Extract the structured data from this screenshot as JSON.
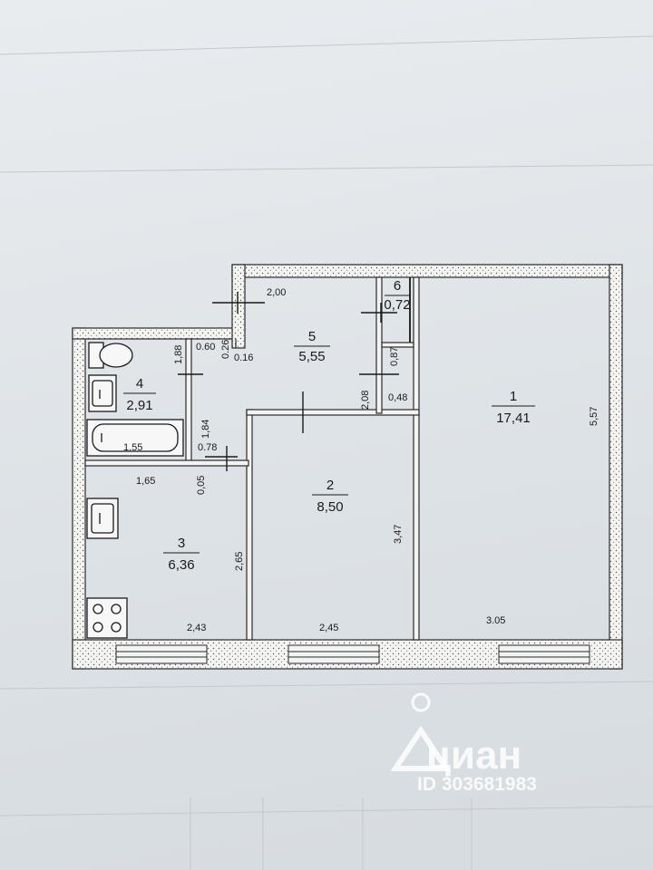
{
  "rooms": [
    {
      "number": "1",
      "area": "17,41"
    },
    {
      "number": "2",
      "area": "8,50"
    },
    {
      "number": "3",
      "area": "6,36"
    },
    {
      "number": "4",
      "area": "2,91"
    },
    {
      "number": "5",
      "area": "5,55"
    },
    {
      "number": "6",
      "area": "0,72"
    }
  ],
  "dimensions": {
    "corridor_top": "2,00",
    "niche_width": "0.60",
    "niche_depth": "0.26",
    "corridor_step": "0.16",
    "bath_height": "1,88",
    "bath_lower": "1,84",
    "bath_length": "1,55",
    "bath_width": "1,65",
    "door_passage": "0.78",
    "wall_gap": "0,05",
    "kitchen_height": "2,65",
    "kitchen_width": "2,43",
    "room2_height": "3,47",
    "room2_width": "2,45",
    "room1_width": "3.05",
    "room1_height": "5,57",
    "corridor_depth": "2,08",
    "closet_depth": "0,87",
    "closet_side": "0,48"
  },
  "watermark": {
    "brand": "циан",
    "id_text": "ID 303681983",
    "icon": "location-pin-icon"
  }
}
